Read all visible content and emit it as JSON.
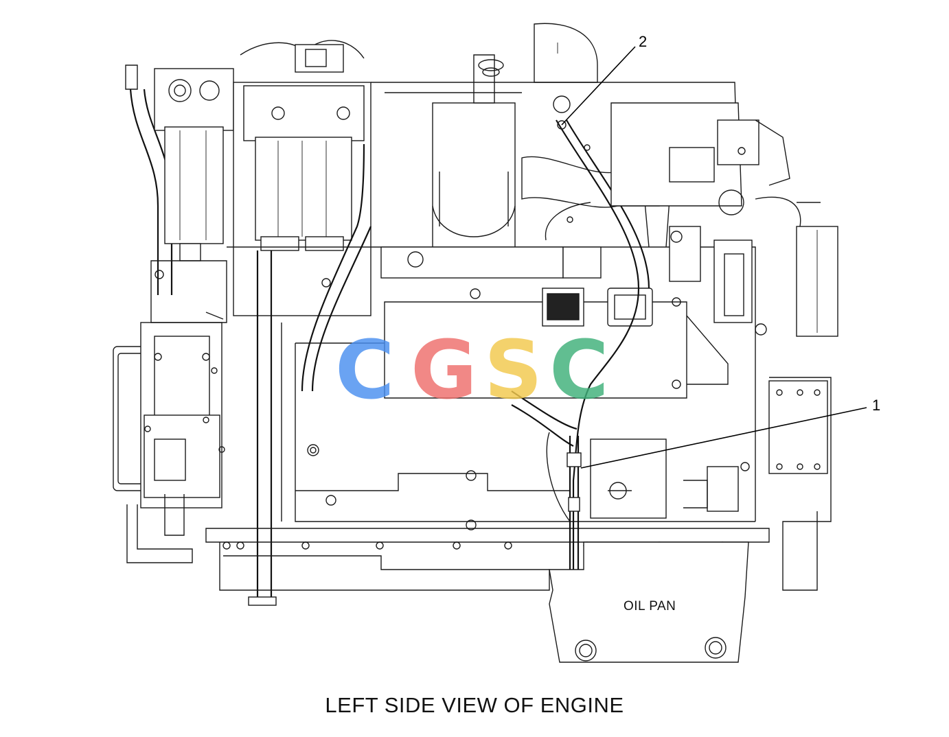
{
  "diagram": {
    "callouts": [
      {
        "id": "1",
        "label": "1"
      },
      {
        "id": "2",
        "label": "2"
      }
    ],
    "labels": {
      "oil_pan": "OIL PAN"
    },
    "watermark": {
      "text": "CGSC",
      "colors": [
        "#4a8ff0",
        "#ef6f6c",
        "#f2c94c",
        "#3fb07a"
      ]
    },
    "caption": "LEFT SIDE VIEW OF ENGINE"
  }
}
